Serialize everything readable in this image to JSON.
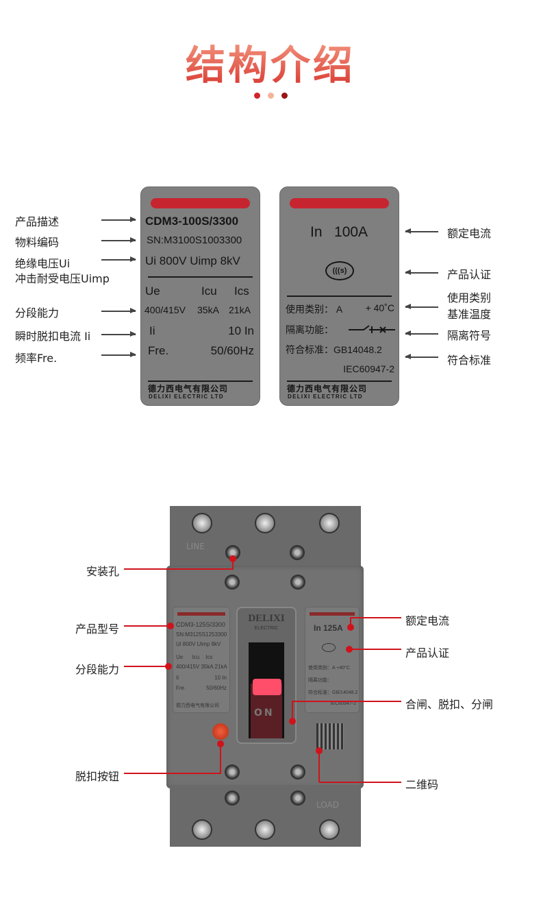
{
  "header": {
    "title": "结构介绍",
    "dot_colors": [
      "#d0262a",
      "#f4b49a",
      "#9a1515"
    ]
  },
  "plate_left": {
    "model": "CDM3-100S/3300",
    "sn": "SN:M3100S1003300",
    "voltage": "Ui 800V Uimp 8kV",
    "col_ue": "Ue",
    "col_icu": "Icu",
    "col_ics": "Ics",
    "ue": "400/415V",
    "icu": "35kA",
    "ics": "21kA",
    "ii_label": "Ii",
    "ii_value": "10 In",
    "fre_label": "Fre.",
    "fre_value": "50/60Hz",
    "company_cn": "德力西电气有限公司",
    "company_en": "DELIXI ELECTRIC LTD"
  },
  "plate_right": {
    "rated": "In   100A",
    "cert_icon": "ccc-mark-icon",
    "category": "使用类别：  A",
    "temp": "+ 40˚C",
    "isolation": "隔离功能：",
    "standard": "符合标准：GB14048.2",
    "standard2": "IEC60947-2",
    "company_cn": "德力西电气有限公司",
    "company_en": "DELIXI ELECTRIC LTD"
  },
  "labels_left": [
    "产品描述",
    "物料编码",
    "绝缘电压Ui",
    "冲击耐受电压Uimp",
    "分段能力",
    "瞬时脱扣电流 Ii",
    "频率Fre."
  ],
  "labels_right": [
    "额定电流",
    "产品认证",
    "使用类别",
    "基准温度",
    "隔离符号",
    "符合标准"
  ],
  "breaker": {
    "line": "LINE",
    "load": "LOAD",
    "brand": "DELIXI",
    "brand_sub": "ELECTRIC",
    "on": "ON",
    "model": "CDM3-125S/3300",
    "sn": "SN:M3125S1253300",
    "voltage": "Ui 800V Uimp 8kV",
    "row1": "Ue      Icu    Ics",
    "row2": "400/415V 35kA 21kA",
    "row3_l": "Ii",
    "row3_r": "10 In",
    "row4_l": "Fre.",
    "row4_r": "50/60Hz",
    "company": "德力西电气有限公司",
    "rated": "In 125A",
    "r1": "使用类别：A   +40°C",
    "r2": "隔离功能：",
    "r3": "符合标准：GB/14048.2",
    "r4": "IEC60947-2"
  },
  "callouts_left": [
    "安装孔",
    "产品型号",
    "分段能力",
    "脱扣按钮"
  ],
  "callouts_right": [
    "额定电流",
    "产品认证",
    "合闸、脱扣、分闸",
    "二维码"
  ]
}
